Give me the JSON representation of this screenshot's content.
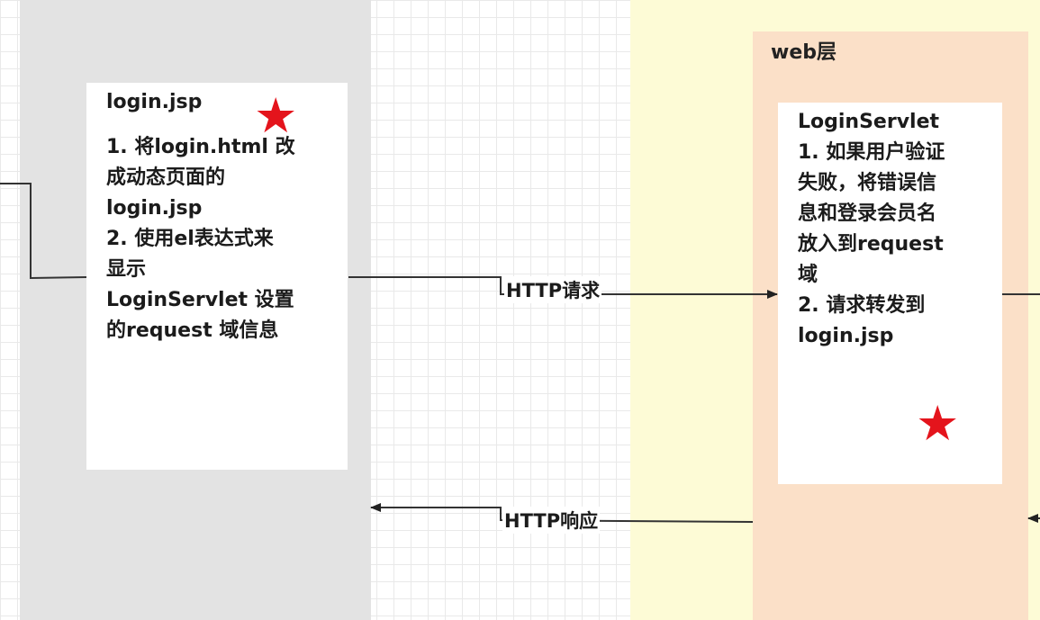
{
  "web_layer": {
    "title": "web层"
  },
  "left_card": {
    "title": "login.jsp",
    "body": "1. 将login.html 改\n成动态页面的\nlogin.jsp\n2. 使用el表达式来\n显示\nLoginServlet 设置\n的request 域信息"
  },
  "right_card": {
    "title": "LoginServlet",
    "body": "1. 如果用户验证\n失败，将错误信\n息和登录会员名\n放入到request\n域\n2. 请求转发到\nlogin.jsp"
  },
  "edges": {
    "request_label": "HTTP请求",
    "response_label": "HTTP响应"
  },
  "markers": {
    "star": "★",
    "star_color": "#e4141c"
  },
  "colors": {
    "left_panel": "#e3e3e3",
    "right_panel": "#fdfbd6",
    "web_layer": "#fbe0c8"
  }
}
